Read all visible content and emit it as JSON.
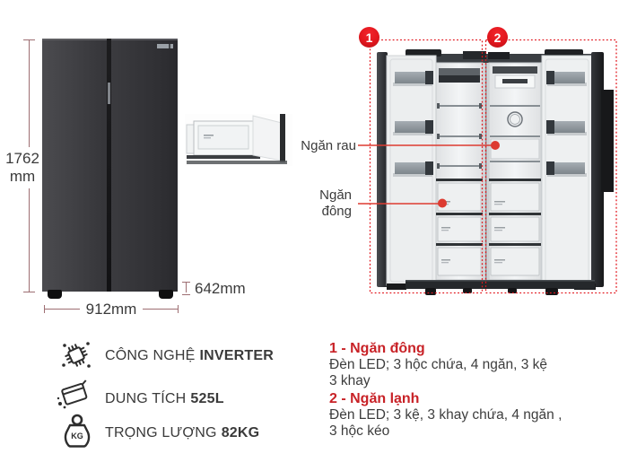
{
  "figure_left": {
    "height_value": "1762",
    "height_unit": "mm",
    "width_label": "912mm",
    "depth_label": "642mm"
  },
  "figure_right": {
    "marker_freezer": "1",
    "marker_fridge": "2",
    "label_vegetable_box": "Ngăn rau",
    "label_freezer_box": "Ngăn\nđông"
  },
  "specs": [
    {
      "icon": "inverter-circuit-icon",
      "label": "CÔNG NGHỆ",
      "value": "INVERTER"
    },
    {
      "icon": "capacity-box-icon",
      "label": "DUNG TÍCH",
      "value": "525L"
    },
    {
      "icon": "weight-kettlebell-icon",
      "label": "TRỌNG LƯỢNG",
      "value": "82KG",
      "badge": "KG"
    }
  ],
  "compartment_notes": [
    {
      "heading": "1 - Ngăn đông",
      "lines": [
        "Đèn LED; 3 hộc chứa, 4 ngăn, 3 kệ",
        "3 khay"
      ]
    },
    {
      "heading": "2 - Ngăn lạnh",
      "lines": [
        "Đèn LED; 3 kệ, 3 khay chứa, 4 ngăn ,",
        "3 hộc kéo"
      ]
    }
  ],
  "colors": {
    "accent_red": "#e2161d",
    "heading_red": "#c82227",
    "pointer_red": "#dd3b31",
    "dimension_line": "#9d6e72",
    "text_dark": "#3b3b3b",
    "fridge_body_dark": "#38383c"
  }
}
